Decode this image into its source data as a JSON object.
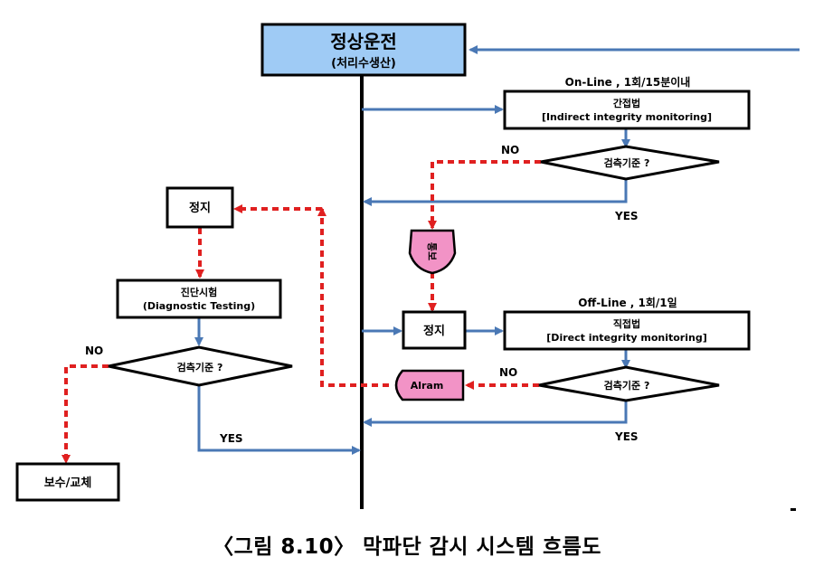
{
  "colors": {
    "blue_line": "#4a78b5",
    "red_dash": "#e02020",
    "top_box_fill": "#9fcbf5",
    "pink_fill": "#f293c6",
    "main_line": "#000000"
  },
  "nodes": {
    "normal_operation_title": "정상운전",
    "normal_operation_sub": "(처리수생산)",
    "indirect_title": "간접법",
    "indirect_sub": "[Indirect integrity monitoring]",
    "indirect_freq": "On-Line ,  1회/15분이내",
    "criteria_1": "검측기준 ?",
    "stop_right": "정지",
    "direct_title": "직접법",
    "direct_sub": "[Direct integrity monitoring]",
    "direct_freq": "Off-Line ,   1회/1일",
    "criteria_2": "검측기준 ?",
    "alarm": "Alram",
    "pink_small": "통보",
    "stop_left": "정지",
    "diagnostic_title": "진단시험",
    "diagnostic_sub": "(Diagnostic Testing)",
    "criteria_3": "검측기준 ?",
    "repair": "보수/교체"
  },
  "labels": {
    "no_1": "NO",
    "yes_1": "YES",
    "no_2": "NO",
    "yes_2": "YES",
    "no_3": "NO",
    "yes_3": "YES"
  },
  "caption": "〈그림 8.10〉 막파단 감시 시스템 흐름도"
}
